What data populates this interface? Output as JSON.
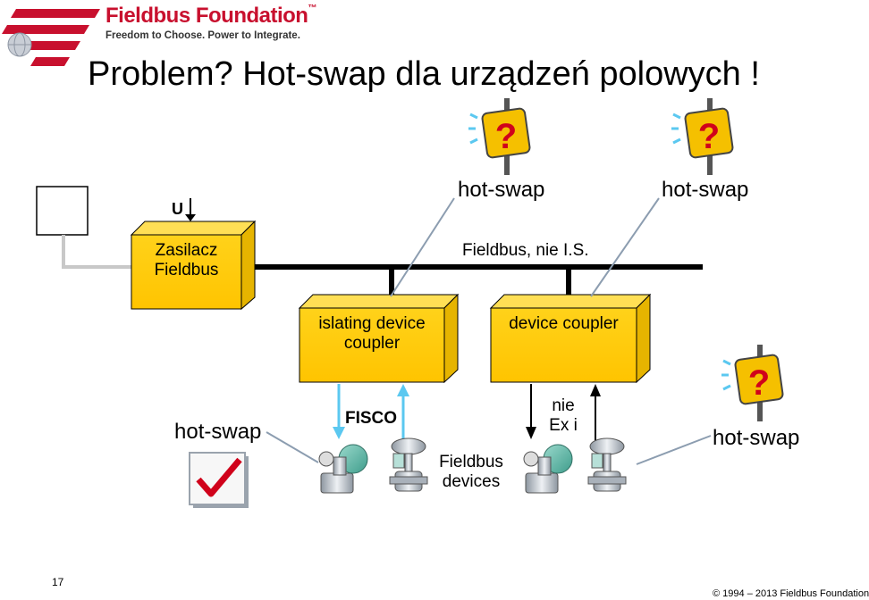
{
  "header": {
    "brand_name": "Fieldbus Foundation",
    "brand_tm": "™",
    "tagline": "Freedom to Choose. Power to Integrate."
  },
  "title": "Problem? Hot-swap dla urządzeń polowych !",
  "labels": {
    "voltage": "U",
    "power_supply_line1": "Zasilacz",
    "power_supply_line2": "Fieldbus",
    "hotswap_top1": "hot-swap",
    "hotswap_top2": "hot-swap",
    "hotswap_left": "hot-swap",
    "hotswap_right": "hot-swap",
    "fieldbus_not_is": "Fieldbus, nie I.S.",
    "isolating_coupler_line1": "islating device",
    "isolating_coupler_line2": "coupler",
    "device_coupler": "device coupler",
    "fisco": "FISCO",
    "not_exi_line1": "nie",
    "not_exi_line2": "Ex i",
    "fieldbus_devices_line1": "Fieldbus",
    "fieldbus_devices_line2": "devices",
    "question_mark": "?"
  },
  "footer": {
    "slide_number": "17",
    "copyright": "© 1994 – 2013 Fieldbus Foundation"
  },
  "colors": {
    "brand_red": "#c8102e",
    "box_yellow": "#ffcc00",
    "box_side": "#e6b400",
    "arrow_blue": "#5bc8f0",
    "callout_line": "#8c9db0"
  }
}
